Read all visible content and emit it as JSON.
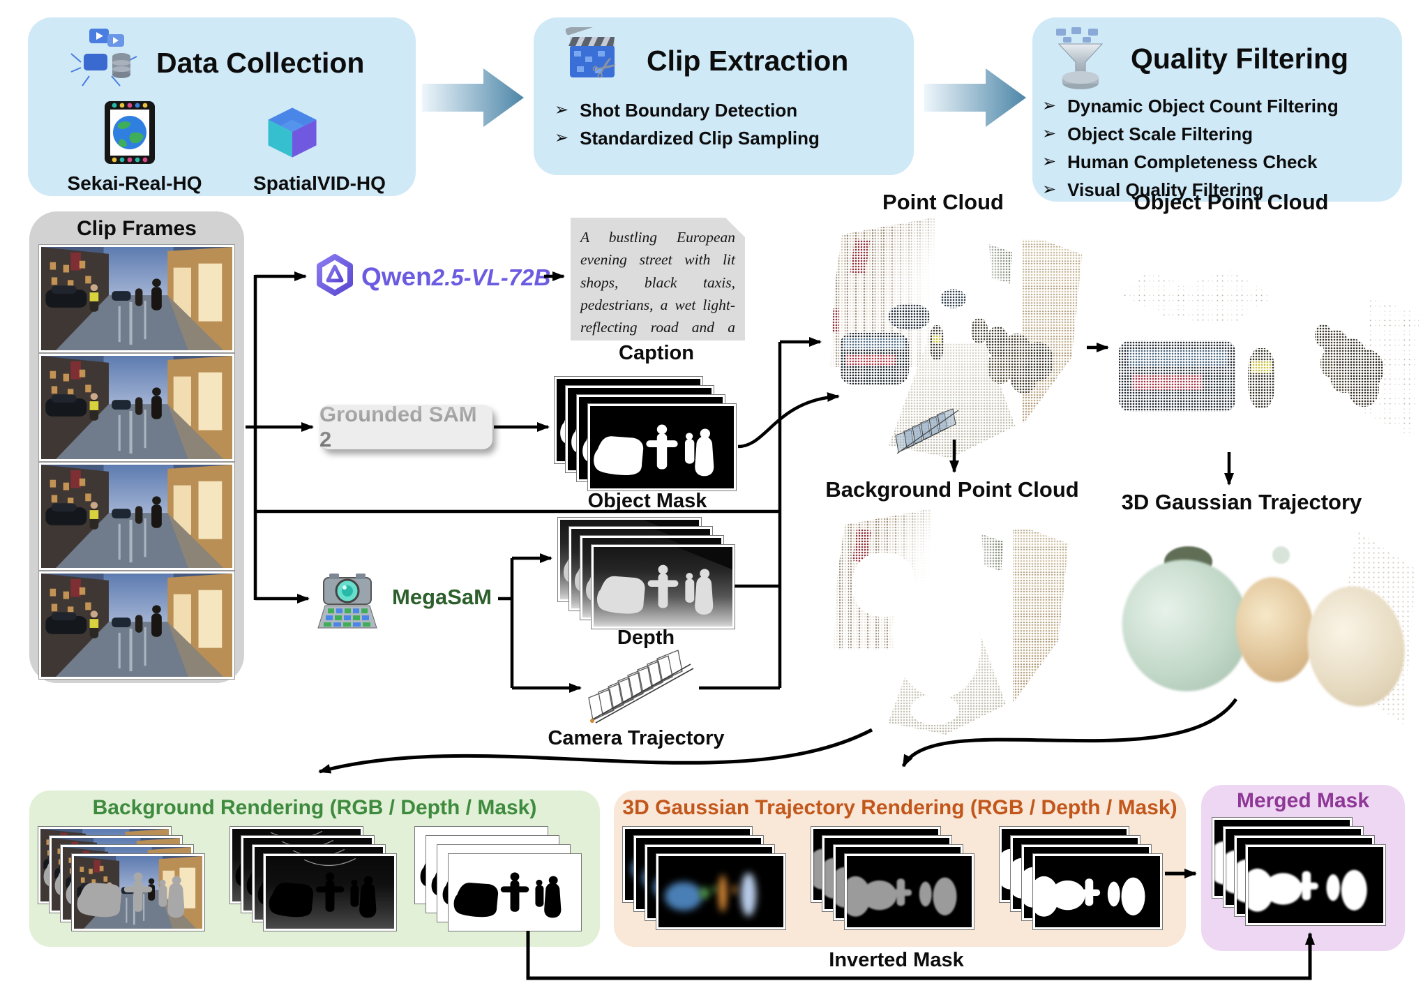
{
  "stages": {
    "collection": {
      "title": "Data Collection",
      "datasets": [
        {
          "label": "Sekai-Real-HQ"
        },
        {
          "label": "SpatialVID-HQ"
        }
      ]
    },
    "extraction": {
      "title": "Clip Extraction",
      "items": [
        {
          "text": "Shot Boundary Detection"
        },
        {
          "text": "Standardized Clip Sampling"
        }
      ]
    },
    "filtering": {
      "title": "Quality Filtering",
      "items": [
        {
          "text": "Dynamic Object Count Filtering"
        },
        {
          "text": "Object Scale Filtering"
        },
        {
          "text": "Human Completeness Check"
        },
        {
          "text": "Visual Quality Filtering"
        }
      ]
    }
  },
  "glyphs": {
    "bullet": "➢"
  },
  "clip_frames": {
    "title": "Clip Frames"
  },
  "models": {
    "qwen_prefix": "Qwen",
    "qwen_suffix": "2.5-VL-72B",
    "grounded_sam": "Grounded SAM 2",
    "megasam": "MegaSaM"
  },
  "caption": {
    "text": "A bustling European evening street with lit shops, black taxis, pedestrians, a wet light-reflecting road and a construction crane exudes a warm, lively vibe.",
    "label": "Caption"
  },
  "labels": {
    "object_mask": "Object Mask",
    "depth": "Depth",
    "camera_trajectory": "Camera Trajectory",
    "point_cloud": "Point Cloud",
    "object_point_cloud": "Object Point Cloud",
    "background_point_cloud": "Background Point Cloud",
    "gaussian_trajectory": "3D Gaussian Trajectory",
    "inverted_mask": "Inverted Mask"
  },
  "renderings": {
    "background": {
      "title": "Background Rendering (RGB / Depth / Mask)"
    },
    "gaussian": {
      "title": "3D Gaussian Trajectory Rendering (RGB / Depth / Mask)"
    },
    "merged": {
      "title": "Merged Mask"
    }
  },
  "colors": {
    "stage_box": "#cfe9f7",
    "flow_arrow": "#4d86a8",
    "green_box": "#e1f0d6",
    "green_title": "#3e8a3e",
    "orange_box": "#f9e7d8",
    "orange_title": "#c2571b",
    "purple_box": "#eed7f2",
    "purple_title": "#8e3796",
    "qwen_purple": "#6b5be0",
    "megasam_green": "#2c5f2c"
  }
}
